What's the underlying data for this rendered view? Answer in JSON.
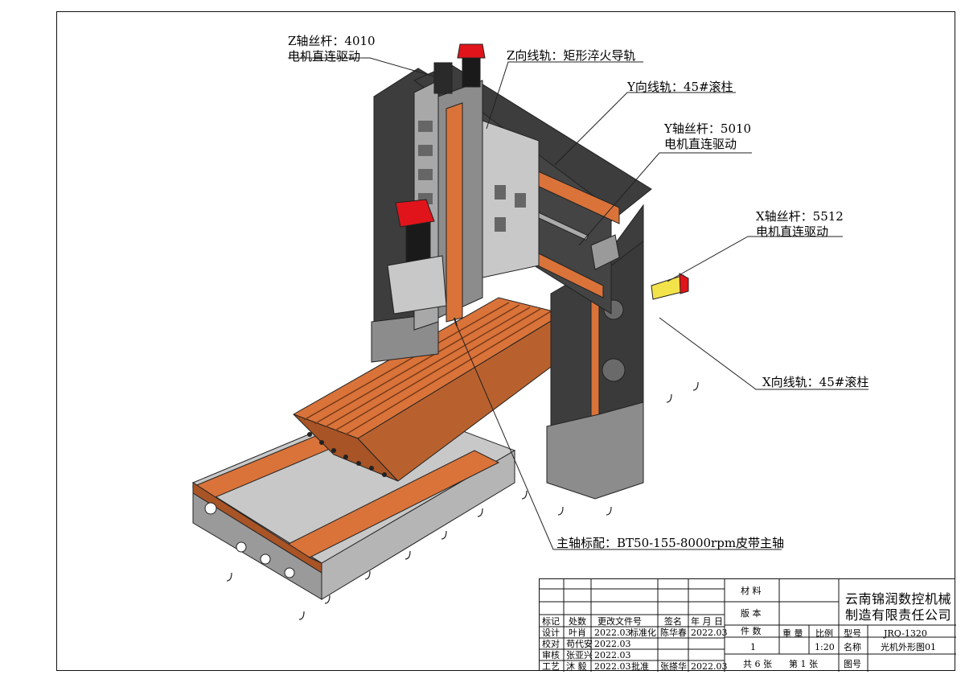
{
  "callouts": {
    "z_screw": {
      "line1": "Z轴丝杆：4010",
      "line2": "电机直连驱动"
    },
    "z_rail": {
      "line1": "Z向线轨：矩形淬火导轨"
    },
    "y_rail": {
      "line1": "Y向线轨：45#滚柱"
    },
    "y_screw": {
      "line1": "Y轴丝杆：5010",
      "line2": "电机直连驱动"
    },
    "x_screw": {
      "line1": "X轴丝杆：5512",
      "line2": "电机直连驱动"
    },
    "x_rail": {
      "line1": "X向线轨：45#滚柱"
    },
    "spindle": {
      "line1": "主轴标配：BT50-155-8000rpm皮带主轴"
    }
  },
  "title_block": {
    "headers": {
      "mark": "标记",
      "count": "处数",
      "change_doc": "更改文件号",
      "signature": "签名",
      "date": "年 月 日"
    },
    "rows": [
      {
        "role": "设计",
        "name": "叶肖",
        "date": "2022.03",
        "role2": "标准化",
        "name2": "陈华春",
        "date2": "2022.03"
      },
      {
        "role": "校对",
        "name": "苟代安",
        "date": "2022.03"
      },
      {
        "role": "审核",
        "name": "张亚兴",
        "date": "2022.03"
      },
      {
        "role": "工艺",
        "name": "沐 毅",
        "date": "2022.03",
        "role2": "批准",
        "name2": "张搽华",
        "date2": "2022.03"
      }
    ],
    "material_label": "材 料",
    "version_label": "版 本",
    "pieces_label": "件 数",
    "pieces_value": "1",
    "weight_label": "重 量",
    "scale_label": "比例",
    "scale_value": "1:20",
    "sheets_total": "共 6 张",
    "sheet_number": "第 1 张",
    "company_line1": "云南锦润数控机械",
    "company_line2": "制造有限责任公司",
    "model_label": "型号",
    "model_value": "JRQ-1320",
    "name_label": "名称",
    "name_value": "光机外形图01",
    "drawing_no_label": "图号"
  },
  "colors": {
    "orange": "#d9733a",
    "orange_dark": "#a85426",
    "dark_gray": "#3d3d3d",
    "mid_gray": "#8c8c8c",
    "light_gray": "#c8c8c8",
    "red_motor": "#e0141a",
    "yellow_motor": "#f2e34a"
  }
}
